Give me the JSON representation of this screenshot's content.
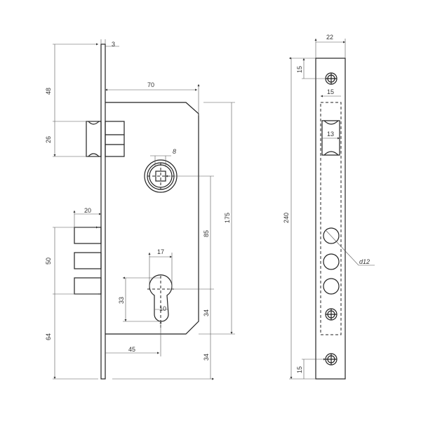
{
  "front_view": {
    "plate_thickness": "3",
    "top_to_latch": "48",
    "latch_height": "26",
    "case_depth": "70",
    "spindle_square": "8",
    "case_height": "175",
    "spindle_to_cylinder": "85",
    "bolt_projection": "20",
    "bolt_span": "50",
    "cylinder_width": "17",
    "cylinder_height": "33",
    "cylinder_slot": "10",
    "cylinder_to_case_bottom": "34",
    "backset": "45",
    "bottom_to_bolt": "64",
    "case_bottom_to_plate_end": "34"
  },
  "side_view": {
    "plate_width": "22",
    "screw_offset_top": "15",
    "cutout_width": "15",
    "latch_width": "13",
    "plate_length": "240",
    "hole_diameter": "d12",
    "screw_offset_bottom": "15"
  }
}
